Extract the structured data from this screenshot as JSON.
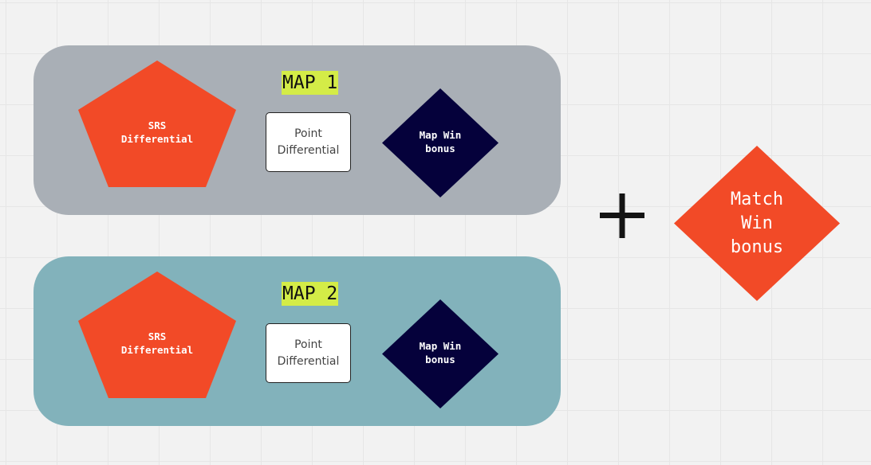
{
  "colors": {
    "panel_1_bg": "#a9afb6",
    "panel_2_bg": "#82b2bb",
    "highlight": "#d4ec47",
    "orange": "#f24a27",
    "navy": "#05013b",
    "plus": "#141414"
  },
  "maps": [
    {
      "label": "MAP 1",
      "srs": "SRS Differential",
      "point": "Point Differential",
      "map_win": "Map Win bonus"
    },
    {
      "label": "MAP 2",
      "srs": "SRS Differential",
      "point": "Point Differential",
      "map_win": "Map Win bonus"
    }
  ],
  "operator": "+",
  "match_win": "Match Win bonus"
}
